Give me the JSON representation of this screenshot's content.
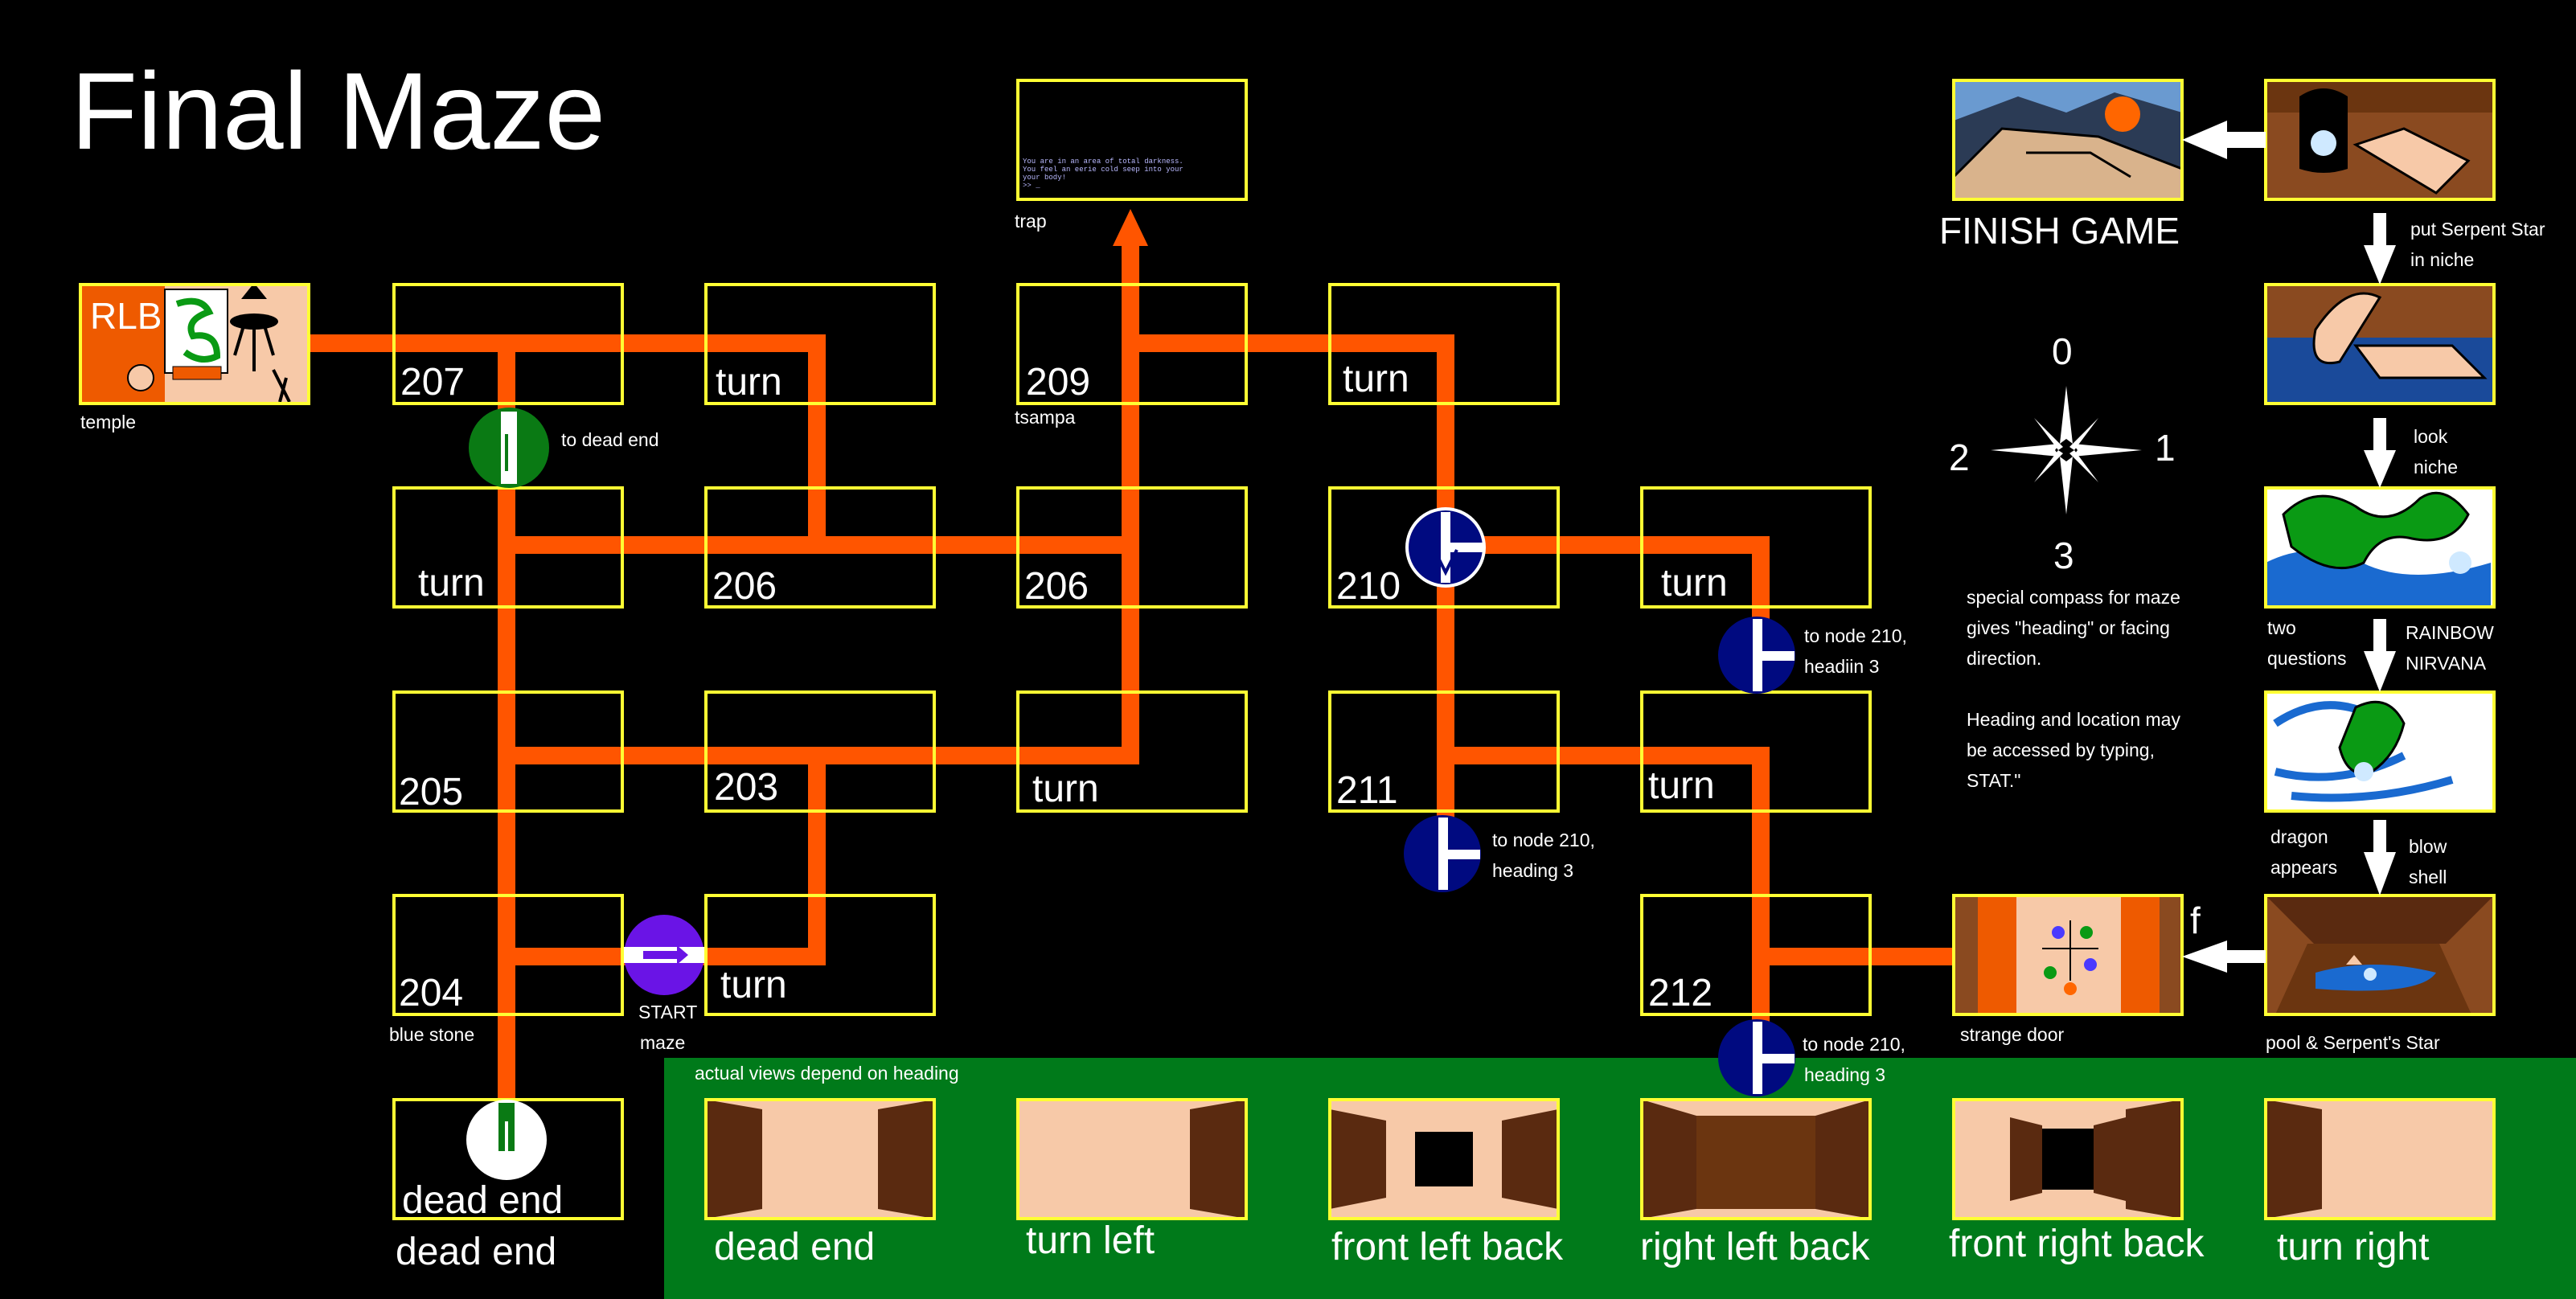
{
  "title": "Final Maze",
  "colors": {
    "path": "#ff5500",
    "box": "#ffff33",
    "green_panel": "#007a1a",
    "compass_blue": "#000a80",
    "start_purple": "#6a14e6",
    "dead_end_green": "#0a7a14"
  },
  "nodes": {
    "n207": "207",
    "n206a": "206",
    "n206b": "206",
    "n209": "209",
    "n210": "210",
    "n205": "205",
    "n203": "203",
    "n211": "211",
    "n204": "204",
    "n212": "212",
    "turn": "turn",
    "dead_end": "dead end"
  },
  "labels": {
    "temple": "temple",
    "rlb": "RLB",
    "tsampa": "tsampa",
    "trap": "trap",
    "blue_stone": "blue stone",
    "start": "START",
    "maze": "maze",
    "to_dead_end": "to dead end",
    "to_node_210": "to node 210,",
    "headiin_3": "headiin 3",
    "heading_3": "heading 3",
    "dead_end_below": "dead end",
    "strange_door": "strange door",
    "f": "f",
    "pool": "pool & Serpent's Star",
    "finish": "FINISH GAME",
    "put_star_1": "put Serpent Star",
    "put_star_2": "in niche",
    "look": "look",
    "niche": "niche",
    "two": "two",
    "questions": "questions",
    "rainbow": "RAINBOW",
    "nirvana": "NIRVANA",
    "dragon": "dragon",
    "appears": "appears",
    "blow": "blow",
    "shell": "shell"
  },
  "compass": {
    "n0": "0",
    "n1": "1",
    "n2": "2",
    "n3": "3",
    "desc1": "special compass for maze",
    "desc2": "gives \"heading\" or facing",
    "desc3": "direction.",
    "desc4": "Heading and location may",
    "desc5": "be accessed by typing,",
    "desc6": "STAT.\""
  },
  "trap_text": [
    "You are in an area of total darkness.",
    "You feel an eerie cold seep into your",
    "your body!",
    ">> _"
  ],
  "views": {
    "caption": "actual views depend on heading",
    "dead_end": "dead end",
    "turn_left": "turn left",
    "front_left_back": "front left back",
    "right_left_back": "right left back",
    "front_right_back": "front right back",
    "turn_right": "turn right"
  }
}
